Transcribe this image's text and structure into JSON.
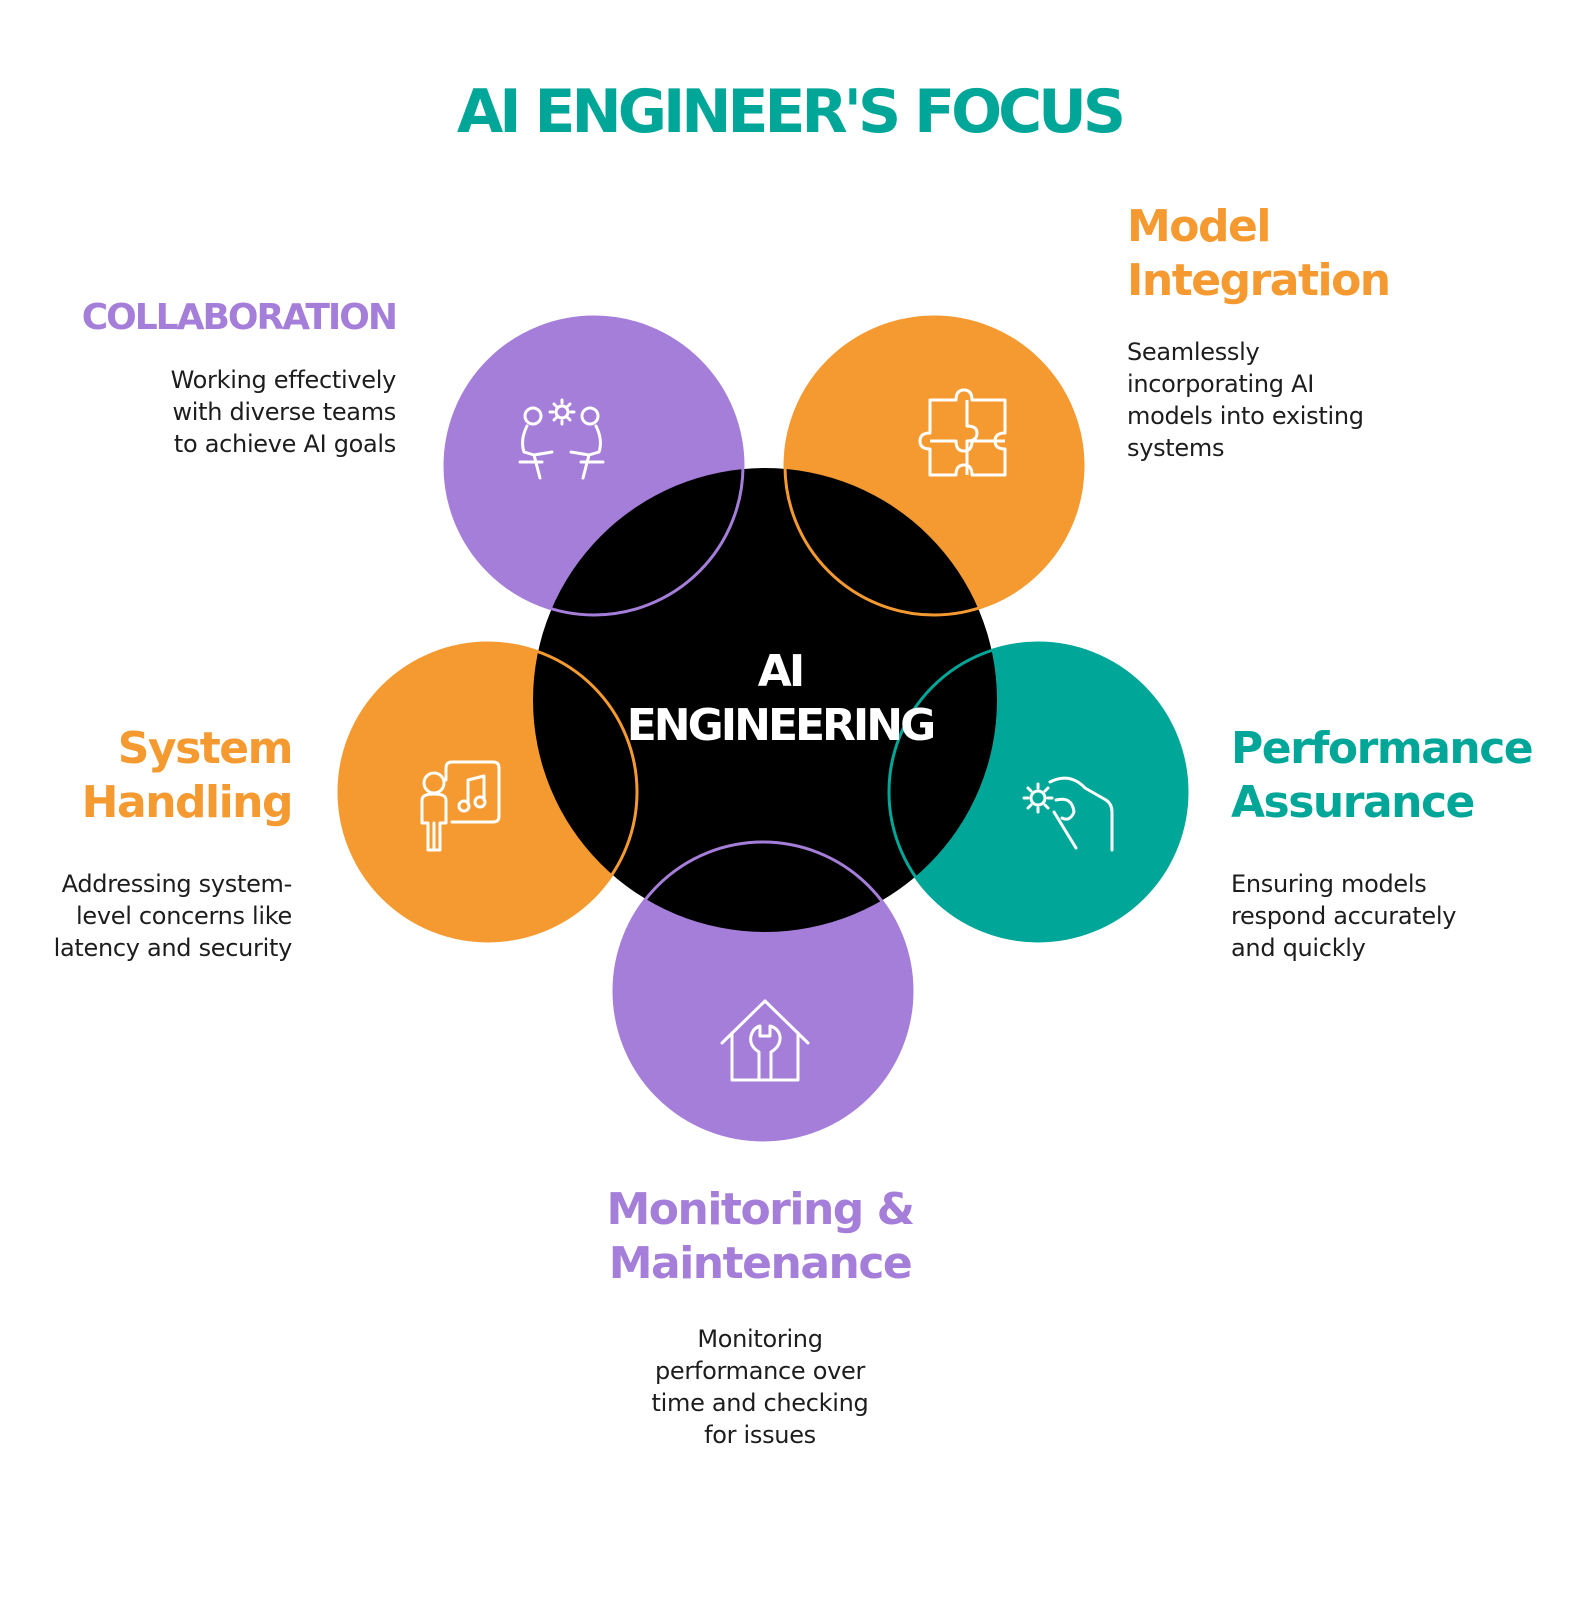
{
  "title": "AI ENGINEER'S FOCUS",
  "center": {
    "line1": "AI",
    "line2": "ENGINEERING"
  },
  "colors": {
    "teal": "#00a799",
    "orange": "#f49a31",
    "purple": "#a57ed9",
    "center": "#000000"
  },
  "segments": {
    "collaboration": {
      "heading": "COLLABORATION",
      "desc": [
        "Working effectively",
        "with diverse teams",
        "to achieve AI goals"
      ],
      "icon": "people-collaboration-icon"
    },
    "model_integration": {
      "heading": [
        "Model",
        "Integration"
      ],
      "desc": [
        "Seamlessly",
        "incorporating AI",
        "models into existing",
        "systems"
      ],
      "icon": "puzzle-icon"
    },
    "system_handling": {
      "heading": [
        "System",
        "Handling"
      ],
      "desc": [
        "Addressing system-",
        "level concerns like",
        "latency and security"
      ],
      "icon": "presenter-board-icon"
    },
    "performance_assurance": {
      "heading": [
        "Performance",
        "Assurance"
      ],
      "desc": [
        "Ensuring models",
        "respond accurately",
        "and quickly"
      ],
      "icon": "hand-gear-icon"
    },
    "monitoring_maintenance": {
      "heading": [
        "Monitoring &",
        "Maintenance"
      ],
      "desc": [
        "Monitoring",
        "performance over",
        "time and checking",
        "for issues"
      ],
      "icon": "house-wrench-icon"
    }
  }
}
